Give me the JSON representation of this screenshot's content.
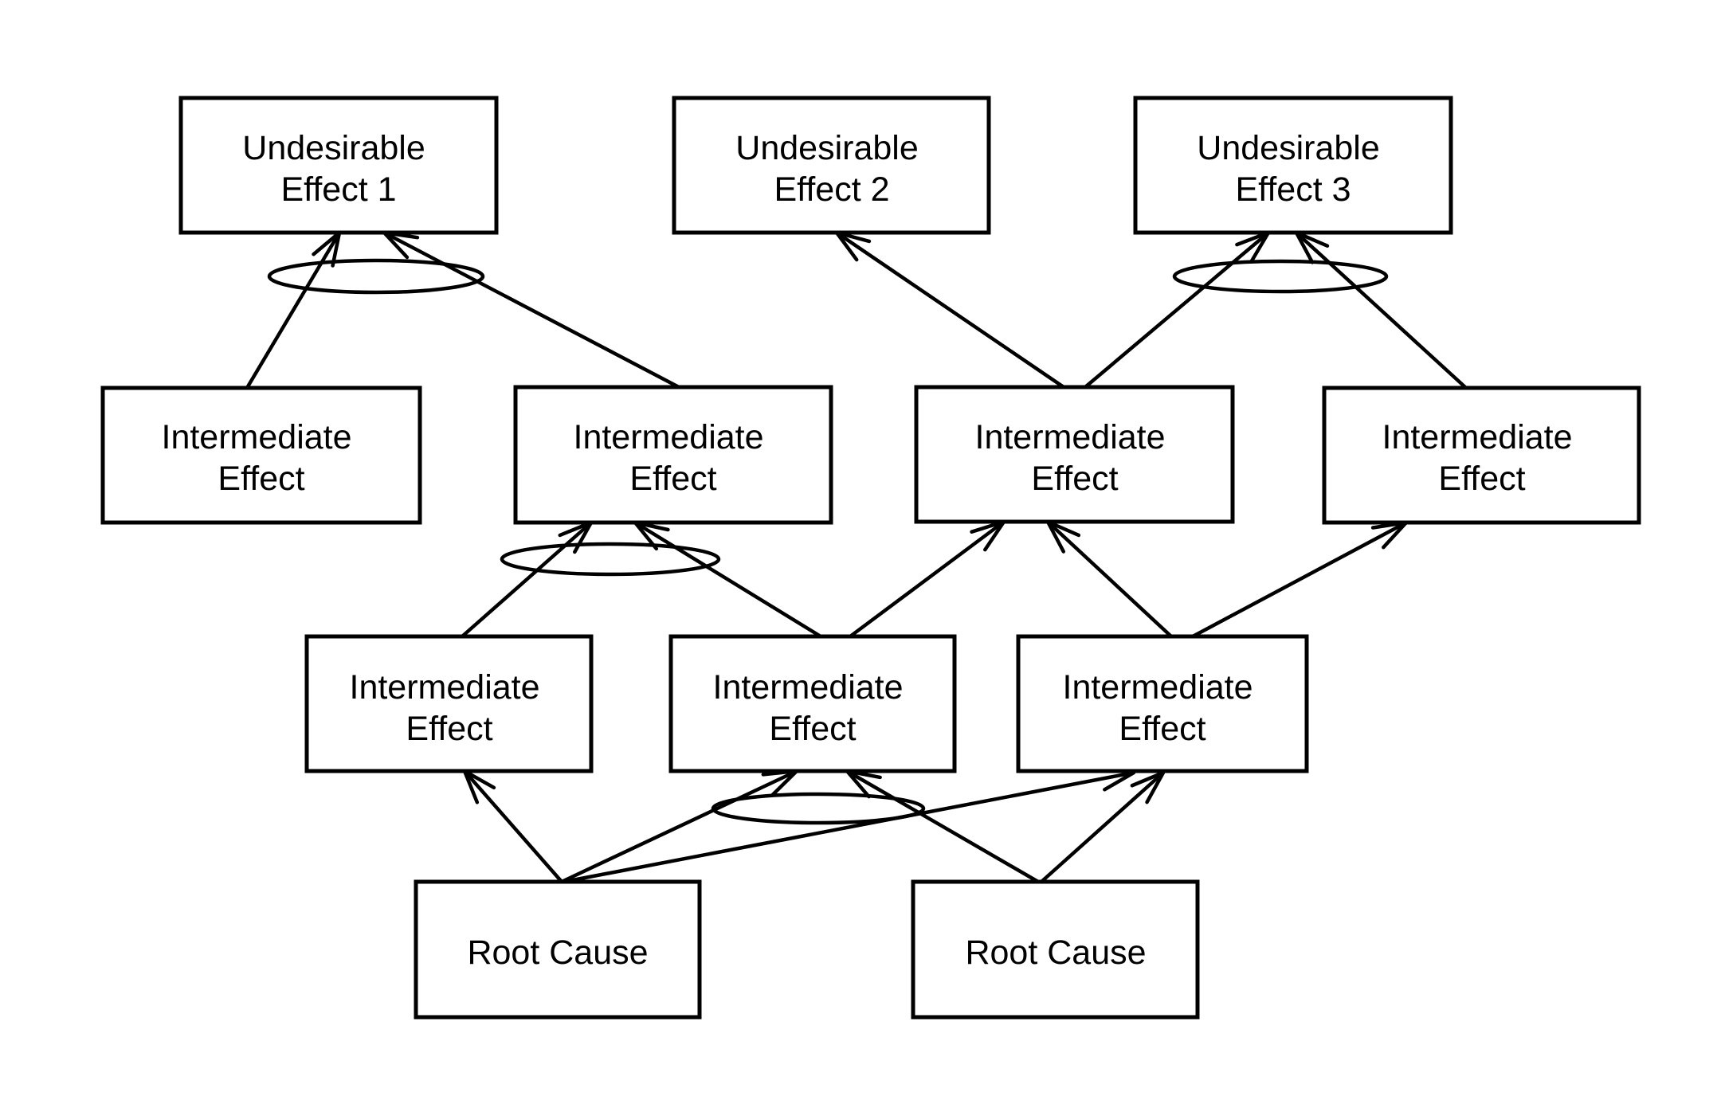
{
  "diagram": {
    "type": "current-reality-tree",
    "background_color": "#ffffff",
    "line_color": "#000000",
    "text_color": "#000000",
    "nodes": {
      "ue1": {
        "label": "Undesirable Effect 1",
        "lines": [
          "Undesirable",
          "Effect 1"
        ]
      },
      "ue2": {
        "label": "Undesirable Effect 2",
        "lines": [
          "Undesirable",
          "Effect 2"
        ]
      },
      "ue3": {
        "label": "Undesirable Effect 3",
        "lines": [
          "Undesirable",
          "Effect 3"
        ]
      },
      "ie1": {
        "label": "Intermediate Effect",
        "lines": [
          "Intermediate",
          "Effect"
        ]
      },
      "ie2": {
        "label": "Intermediate Effect",
        "lines": [
          "Intermediate",
          "Effect"
        ]
      },
      "ie3": {
        "label": "Intermediate Effect",
        "lines": [
          "Intermediate",
          "Effect"
        ]
      },
      "ie4": {
        "label": "Intermediate Effect",
        "lines": [
          "Intermediate",
          "Effect"
        ]
      },
      "ie5": {
        "label": "Intermediate Effect",
        "lines": [
          "Intermediate",
          "Effect"
        ]
      },
      "ie6": {
        "label": "Intermediate Effect",
        "lines": [
          "Intermediate",
          "Effect"
        ]
      },
      "ie7": {
        "label": "Intermediate Effect",
        "lines": [
          "Intermediate",
          "Effect"
        ]
      },
      "rc1": {
        "label": "Root Cause",
        "lines": [
          "Root Cause"
        ]
      },
      "rc2": {
        "label": "Root Cause",
        "lines": [
          "Root Cause"
        ]
      }
    },
    "edges": [
      {
        "from": "ie1",
        "to": "ue1"
      },
      {
        "from": "ie2",
        "to": "ue1"
      },
      {
        "from": "ie3",
        "to": "ue2"
      },
      {
        "from": "ie3",
        "to": "ue3"
      },
      {
        "from": "ie4",
        "to": "ue3"
      },
      {
        "from": "ie5",
        "to": "ie2"
      },
      {
        "from": "ie6",
        "to": "ie2"
      },
      {
        "from": "ie6",
        "to": "ie3"
      },
      {
        "from": "ie7",
        "to": "ie3"
      },
      {
        "from": "ie7",
        "to": "ie4"
      },
      {
        "from": "rc1",
        "to": "ie5"
      },
      {
        "from": "rc1",
        "to": "ie6"
      },
      {
        "from": "rc1",
        "to": "ie7"
      },
      {
        "from": "rc2",
        "to": "ie6"
      },
      {
        "from": "rc2",
        "to": "ie7"
      }
    ],
    "and_connectors": [
      {
        "at": "inputs-of-ue1"
      },
      {
        "at": "inputs-of-ue3"
      },
      {
        "at": "inputs-of-ie2"
      },
      {
        "at": "inputs-of-ie6"
      }
    ]
  }
}
